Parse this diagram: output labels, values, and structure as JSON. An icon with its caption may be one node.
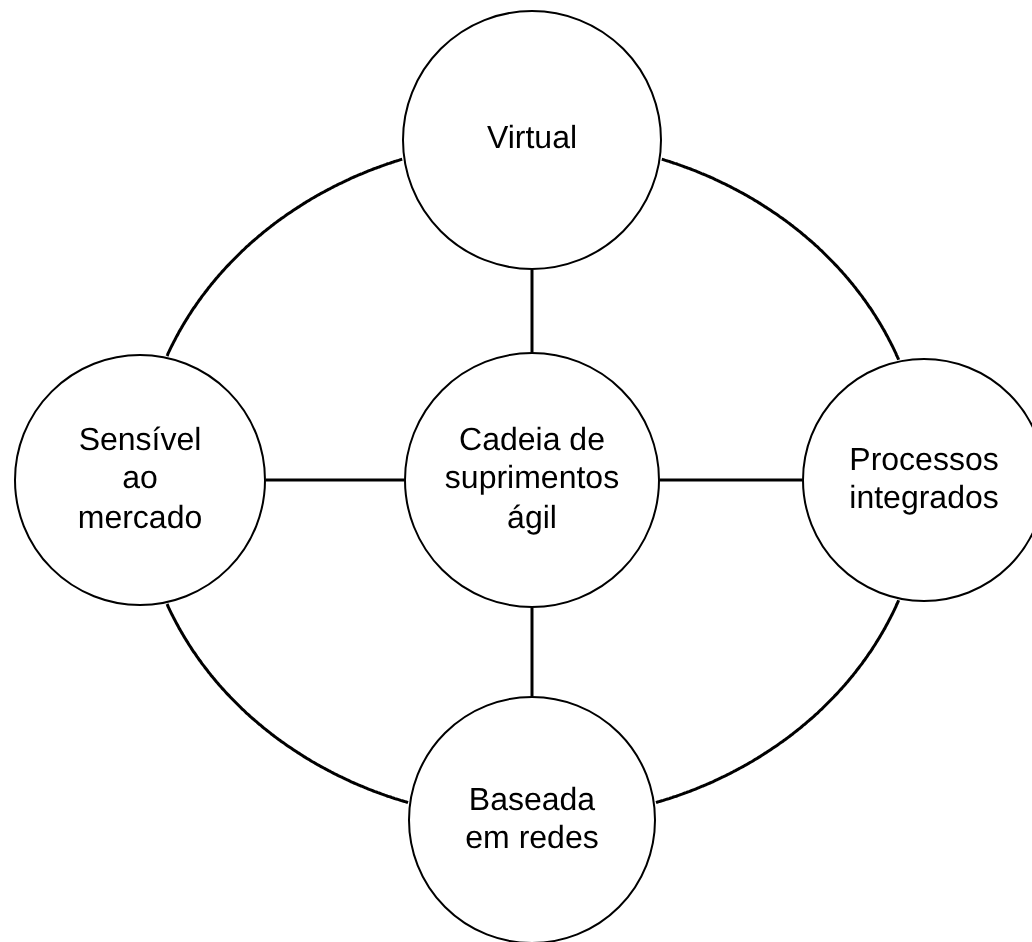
{
  "diagram": {
    "nodes": [
      {
        "text": [
          "Virtual"
        ]
      },
      {
        "text": [
          "Sensível ao mercado"
        ]
      },
      {
        "text": [
          "Cadeia de suprimentos ágil"
        ]
      },
      {
        "text": [
          "Processos integrados"
        ]
      },
      {
        "text": [
          "Baseada em redes"
        ]
      }
    ],
    "edges": [
      {
        "from": 2,
        "to": 0,
        "arrow": "none"
      },
      {
        "from": 2,
        "to": 1,
        "arrow": "none"
      },
      {
        "from": 2,
        "to": 3,
        "arrow": "none"
      },
      {
        "from": 2,
        "to": 4,
        "arrow": "none"
      },
      {
        "from": 0,
        "to": 1,
        "arrow": "none"
      },
      {
        "from": 0,
        "to": 3,
        "arrow": "none"
      },
      {
        "from": 1,
        "to": 4,
        "arrow": "none"
      },
      {
        "from": 3,
        "to": 4,
        "arrow": "none"
      }
    ]
  }
}
